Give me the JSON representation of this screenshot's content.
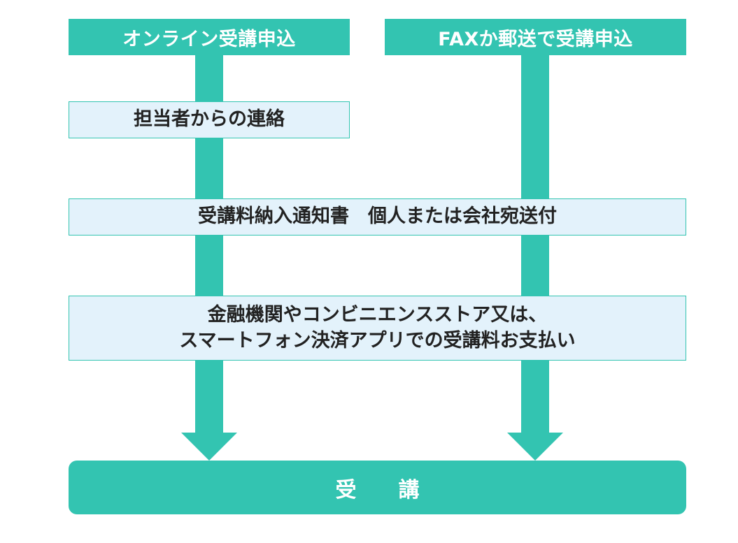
{
  "header": {
    "online_label": "オンライン受講申込",
    "fax_label": "FAXか郵送で受講申込"
  },
  "steps": {
    "contact": "担当者からの連絡",
    "notice": "受講料納入通知書　個人または会社宛送付",
    "payment_line1": "金融機関やコンビニエンスストア又は、",
    "payment_line2": "スマートフォン決済アプリでの受講料お支払い"
  },
  "final": {
    "label": "受講"
  },
  "colors": {
    "accent": "#33c4b1",
    "step_background": "#e3f2fb",
    "text": "#222222"
  }
}
